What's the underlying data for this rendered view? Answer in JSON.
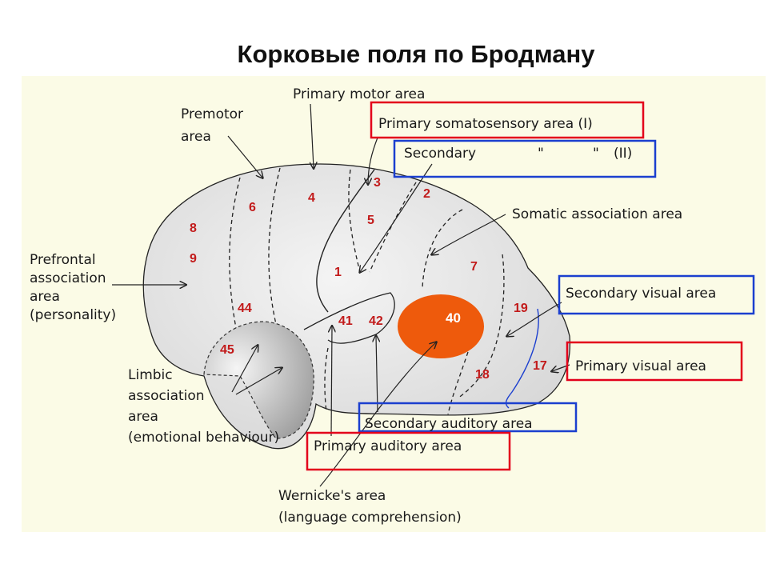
{
  "title": "Корковые поля по Бродману",
  "labels": {
    "premotor": [
      "Premotor",
      "area"
    ],
    "primary_motor": "Primary motor area",
    "primary_somatosensory": "Primary somatosensory area (I)",
    "secondary": "Secondary",
    "secondary_quote1": "\"",
    "secondary_quote2": "\"",
    "secondary_roman": "(II)",
    "somatic_association": "Somatic association area",
    "secondary_visual": "Secondary visual area",
    "primary_visual": "Primary visual area",
    "secondary_auditory": "Secondary auditory area",
    "primary_auditory": "Primary auditory area",
    "prefrontal": [
      "Prefrontal",
      "association",
      "area",
      "(personality)"
    ],
    "limbic": [
      "Limbic",
      "association",
      "area",
      "(emotional behaviour)"
    ],
    "wernicke": [
      "Wernicke's area",
      "(language comprehension)"
    ]
  },
  "brodmann_areas": [
    "8",
    "9",
    "6",
    "4",
    "3",
    "2",
    "5",
    "1",
    "7",
    "44",
    "45",
    "41",
    "42",
    "40",
    "19",
    "17",
    "18"
  ],
  "colors": {
    "panel_bg": "#fbfbe6",
    "brain_fill": "#e6e6e6",
    "area40": "#ee5a0c",
    "number_red": "#c21a1a",
    "box_red": "#e3001b",
    "box_blue": "#1b3fcf"
  }
}
